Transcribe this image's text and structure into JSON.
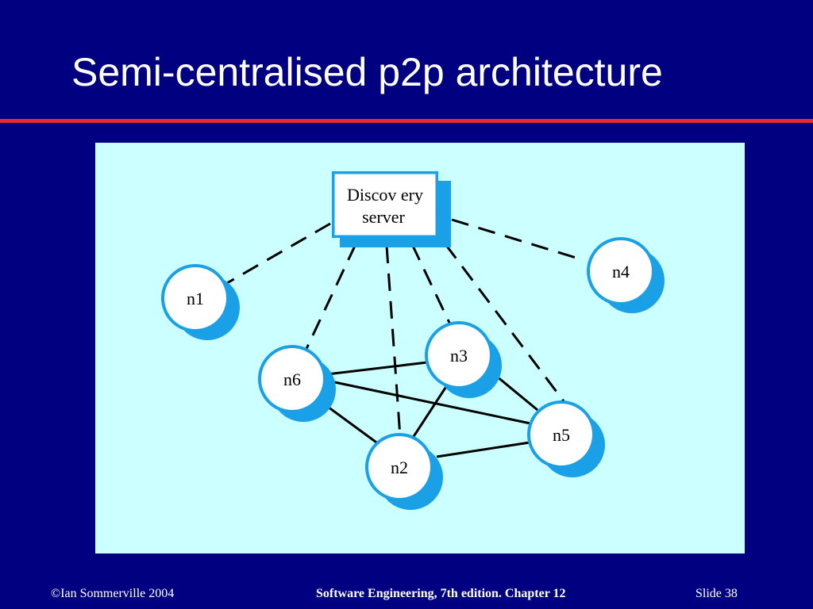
{
  "title": "Semi-centralised p2p architecture",
  "colors": {
    "background": "#000080",
    "rule": "#e6293a",
    "panel": "#ccffff",
    "node_shadow": "#1aa0e6",
    "node_fill": "#ffffff"
  },
  "diagram": {
    "server_label_line1": "Discov ery",
    "server_label_line2": "server",
    "nodes": {
      "n1": "n1",
      "n2": "n2",
      "n3": "n3",
      "n4": "n4",
      "n5": "n5",
      "n6": "n6"
    },
    "server_links": [
      "n1",
      "n4",
      "n6",
      "n2",
      "n3",
      "n5"
    ],
    "peer_links": [
      [
        "n6",
        "n3"
      ],
      [
        "n6",
        "n5"
      ],
      [
        "n6",
        "n2"
      ],
      [
        "n3",
        "n2"
      ],
      [
        "n3",
        "n5"
      ],
      [
        "n2",
        "n5"
      ]
    ]
  },
  "footer": {
    "left": "©Ian Sommerville 2004",
    "center": "Software Engineering, 7th edition. Chapter 12",
    "right": "Slide  38"
  }
}
